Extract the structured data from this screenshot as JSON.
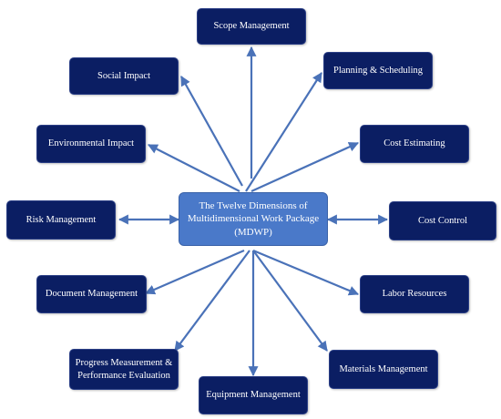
{
  "center": {
    "label": "The Twelve Dimensions of\nMultidimensional Work Package\n(MDWP)"
  },
  "dimensions": {
    "scope": "Scope Management",
    "social": "Social Impact",
    "planning": "Planning & Scheduling",
    "environmental": "Environmental Impact",
    "cost_estimating": "Cost Estimating",
    "risk": "Risk Management",
    "cost_control": "Cost Control",
    "document": "Document Management",
    "labor": "Labor Resources",
    "progress": "Progress Measurement &\nPerformance Evaluation",
    "materials": "Materials Management",
    "equipment": "Equipment Management"
  },
  "colors": {
    "node_fill": "#0b1e63",
    "center_fill": "#4a79c9",
    "arrow": "#4a72b8"
  }
}
